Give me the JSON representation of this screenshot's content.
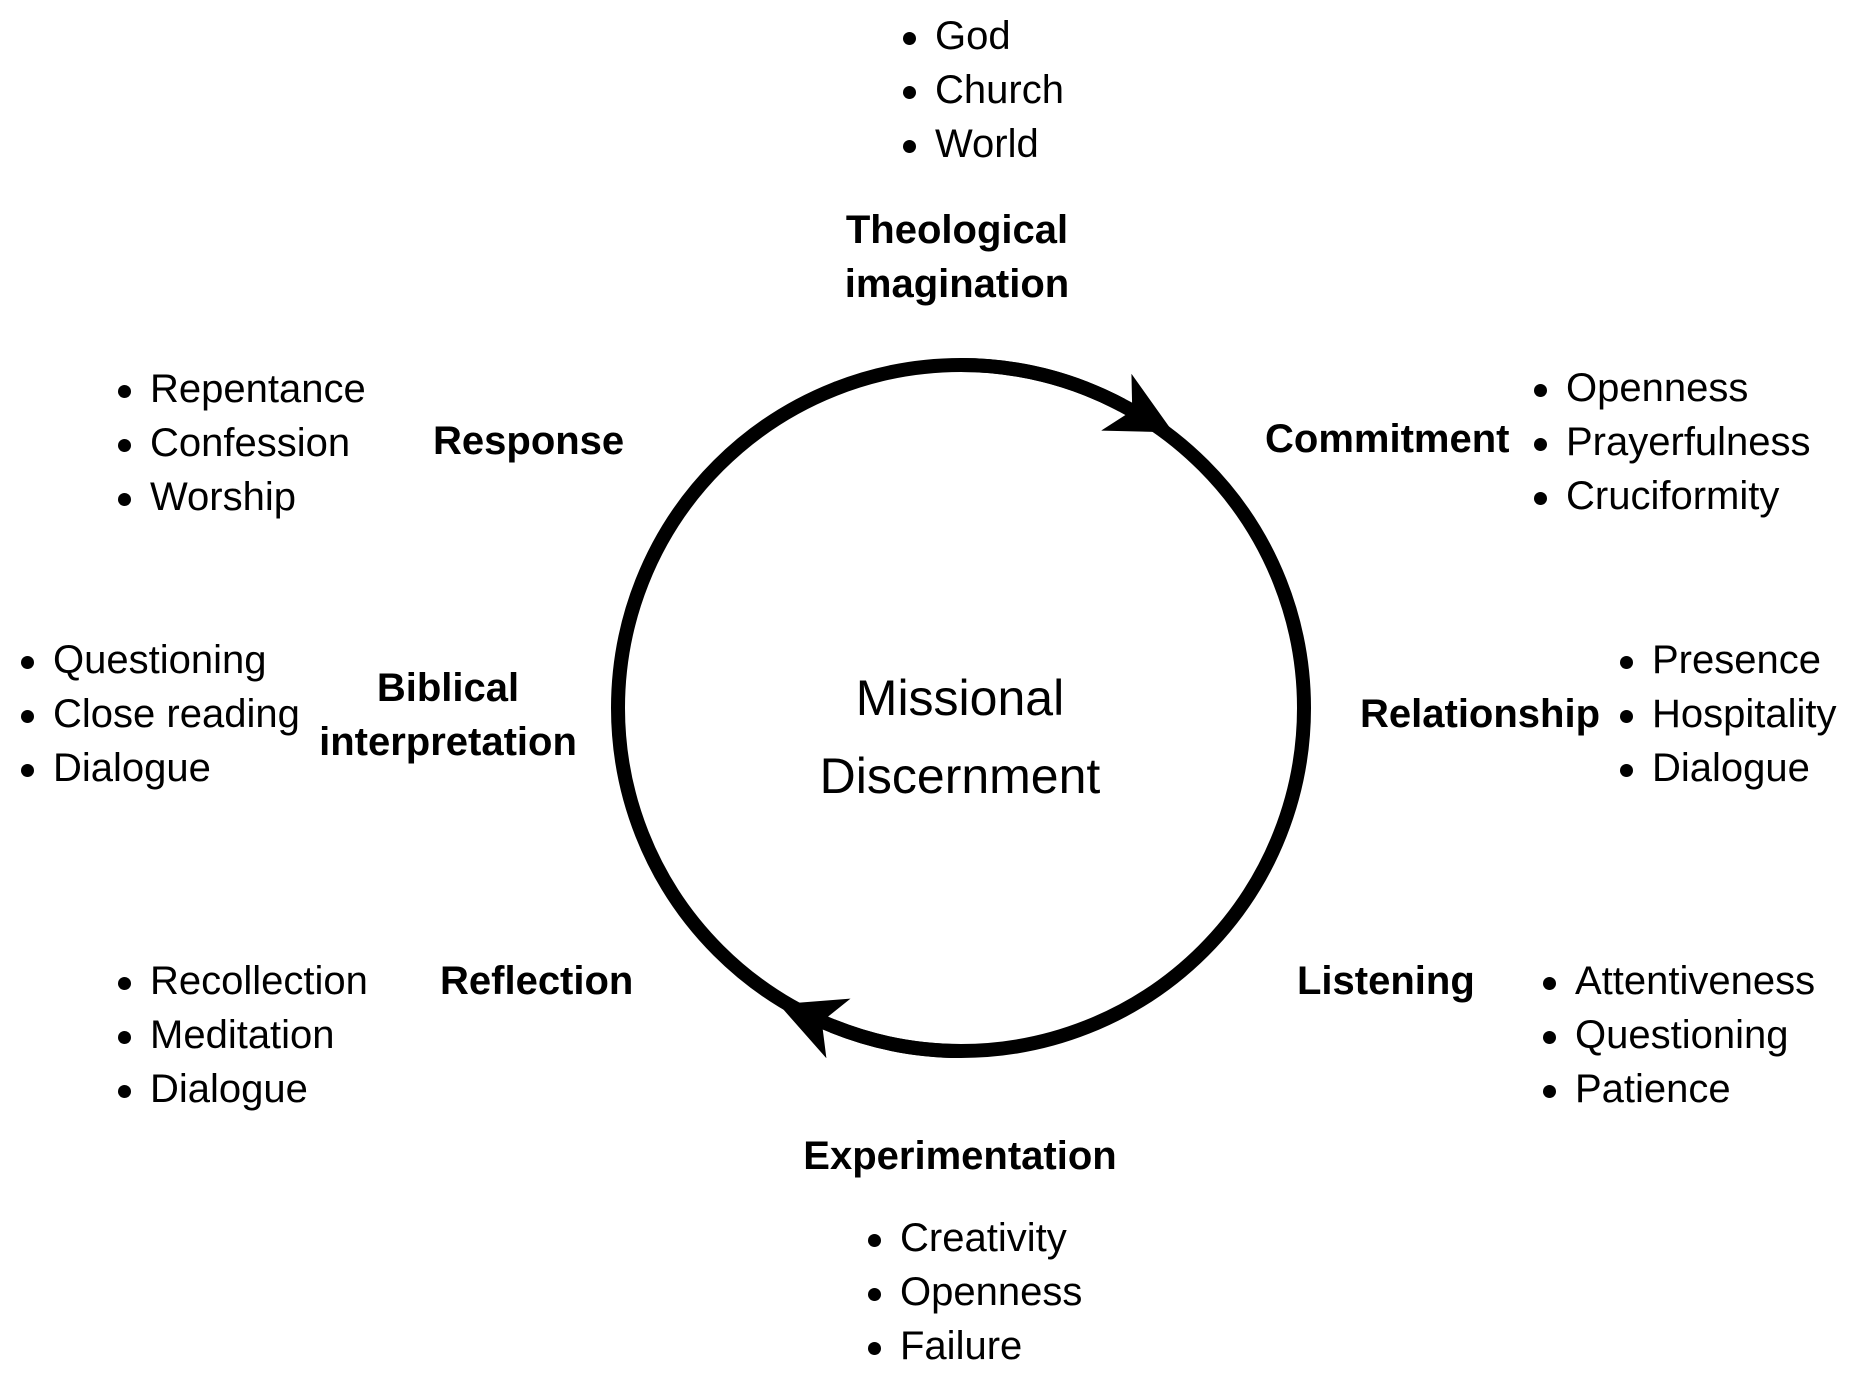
{
  "diagram": {
    "center": {
      "line1": "Missional",
      "line2": "Discernment"
    },
    "cycle_direction": "clockwise",
    "ink_color": "#000000",
    "background_color": "#ffffff"
  },
  "groups": {
    "theological_imagination": {
      "label_line1": "Theological",
      "label_line2": "imagination",
      "items": [
        "God",
        "Church",
        "World"
      ]
    },
    "commitment": {
      "label": "Commitment",
      "items": [
        "Openness",
        "Prayerfulness",
        "Cruciformity"
      ]
    },
    "relationship": {
      "label": "Relationship",
      "items": [
        "Presence",
        "Hospitality",
        "Dialogue"
      ]
    },
    "listening": {
      "label": "Listening",
      "items": [
        "Attentiveness",
        "Questioning",
        "Patience"
      ]
    },
    "experimentation": {
      "label": "Experimentation",
      "items": [
        "Creativity",
        "Openness",
        "Failure"
      ]
    },
    "reflection": {
      "label": "Reflection",
      "items": [
        "Recollection",
        "Meditation",
        "Dialogue"
      ]
    },
    "biblical_interpretation": {
      "label_line1": "Biblical",
      "label_line2": "interpretation",
      "items": [
        "Questioning",
        "Close reading",
        "Dialogue"
      ]
    },
    "response": {
      "label": "Response",
      "items": [
        "Repentance",
        "Confession",
        "Worship"
      ]
    }
  }
}
